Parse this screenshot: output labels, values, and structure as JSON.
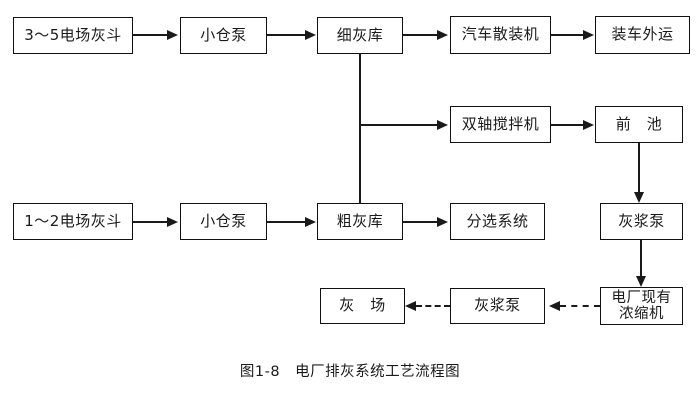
{
  "figure": {
    "caption": "图1-8　电厂排灰系统工艺流程图",
    "line_color": "#1a1a1a",
    "box_border_color": "#111111",
    "background": "#ffffff"
  },
  "nodes": {
    "hopper_35": "3～5电场灰斗",
    "pump_top": "小仓泵",
    "fine_ash_silo": "细灰库",
    "truck_loader": "汽车散装机",
    "truck_transport": "装车外运",
    "twin_shaft_mixer": "双轴搅拌机",
    "front_pool": "前　池",
    "hopper_12": "1～2电场灰斗",
    "pump_bottom": "小仓泵",
    "coarse_ash_silo": "粗灰库",
    "sorting_system": "分选系统",
    "slurry_pump_right": "灰浆泵",
    "thickener": "电厂现有\n浓缩机",
    "slurry_pump_bottom": "灰浆泵",
    "ash_yard": "灰　场"
  },
  "flows": [
    {
      "from": "3～5电场灰斗",
      "to": "小仓泵",
      "style": "solid"
    },
    {
      "from": "小仓泵",
      "to": "细灰库",
      "style": "solid"
    },
    {
      "from": "细灰库",
      "to": "汽车散装机",
      "style": "solid"
    },
    {
      "from": "汽车散装机",
      "to": "装车外运",
      "style": "solid"
    },
    {
      "from": "细灰库",
      "to": "双轴搅拌机",
      "style": "solid"
    },
    {
      "from": "双轴搅拌机",
      "to": "前　池",
      "style": "solid"
    },
    {
      "from": "前　池",
      "to": "灰浆泵",
      "style": "solid"
    },
    {
      "from": "灰浆泵",
      "to": "电厂现有浓缩机",
      "style": "solid"
    },
    {
      "from": "1～2电场灰斗",
      "to": "小仓泵",
      "style": "solid"
    },
    {
      "from": "小仓泵",
      "to": "粗灰库",
      "style": "solid"
    },
    {
      "from": "粗灰库",
      "to": "分选系统",
      "style": "solid"
    },
    {
      "from": "细灰库",
      "to": "粗灰库",
      "style": "solid"
    },
    {
      "from": "电厂现有浓缩机",
      "to": "灰浆泵",
      "style": "dashed"
    },
    {
      "from": "灰浆泵",
      "to": "灰　场",
      "style": "dashed"
    }
  ]
}
